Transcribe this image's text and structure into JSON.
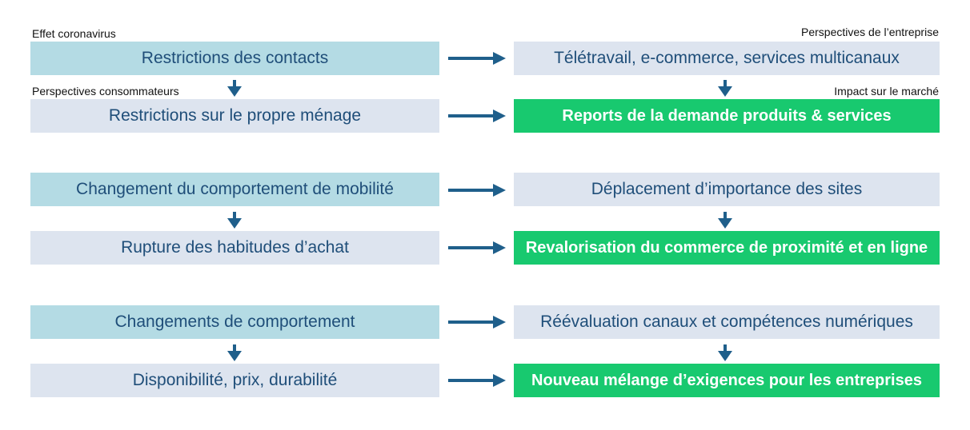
{
  "labels": {
    "effet_coronavirus": "Effet coronavirus",
    "perspectives_entreprise": "Perspectives de l’entreprise",
    "perspectives_consommateurs": "Perspectives consommateurs",
    "impact_marche": "Impact sur le marché"
  },
  "groups": [
    {
      "left_top": "Restrictions des contacts",
      "left_bottom": "Restrictions sur le propre ménage",
      "right_top": "Télétravail, e-commerce, services multicanaux",
      "right_bottom": "Reports de la demande produits & services"
    },
    {
      "left_top": "Changement du comportement de mobilité",
      "left_bottom": "Rupture des habitudes d’achat",
      "right_top": "Déplacement d’importance des sites",
      "right_bottom": "Revalorisation du commerce de proximité et en ligne"
    },
    {
      "left_top": "Changements de comportement",
      "left_bottom": "Disponibilité, prix, durabilité",
      "right_top": "Réévaluation canaux et compétences numériques",
      "right_bottom": "Nouveau mélange d’exigences pour les entreprises"
    }
  ],
  "colors": {
    "blue_box": "#b4dbe4",
    "grey_box": "#dde4ef",
    "green_box": "#18c96f",
    "arrow": "#1f5f8b",
    "text": "#1f4e79"
  }
}
